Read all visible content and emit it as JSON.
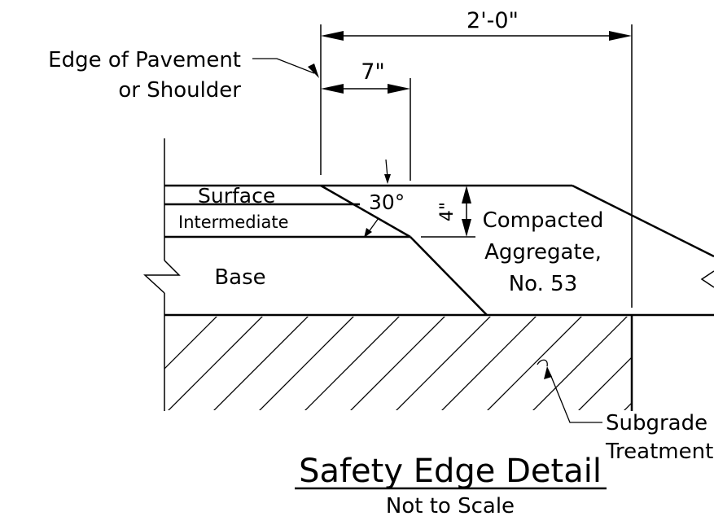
{
  "dimensions": {
    "overall_width": "2'-0\"",
    "taper_width": "7\"",
    "depth": "4\"",
    "angle": "30°"
  },
  "labels": {
    "edge_line1": "Edge of Pavement",
    "edge_line2": "or Shoulder",
    "surface": "Surface",
    "intermediate": "Intermediate",
    "base": "Base",
    "aggregate_line1": "Compacted",
    "aggregate_line2": "Aggregate,",
    "aggregate_line3": "No. 53",
    "subgrade_line1": "Subgrade",
    "subgrade_line2": "Treatment"
  },
  "title": {
    "main": "Safety Edge Detail",
    "sub": "Not to Scale"
  },
  "colors": {
    "ink": "#000000",
    "background": "#ffffff"
  }
}
